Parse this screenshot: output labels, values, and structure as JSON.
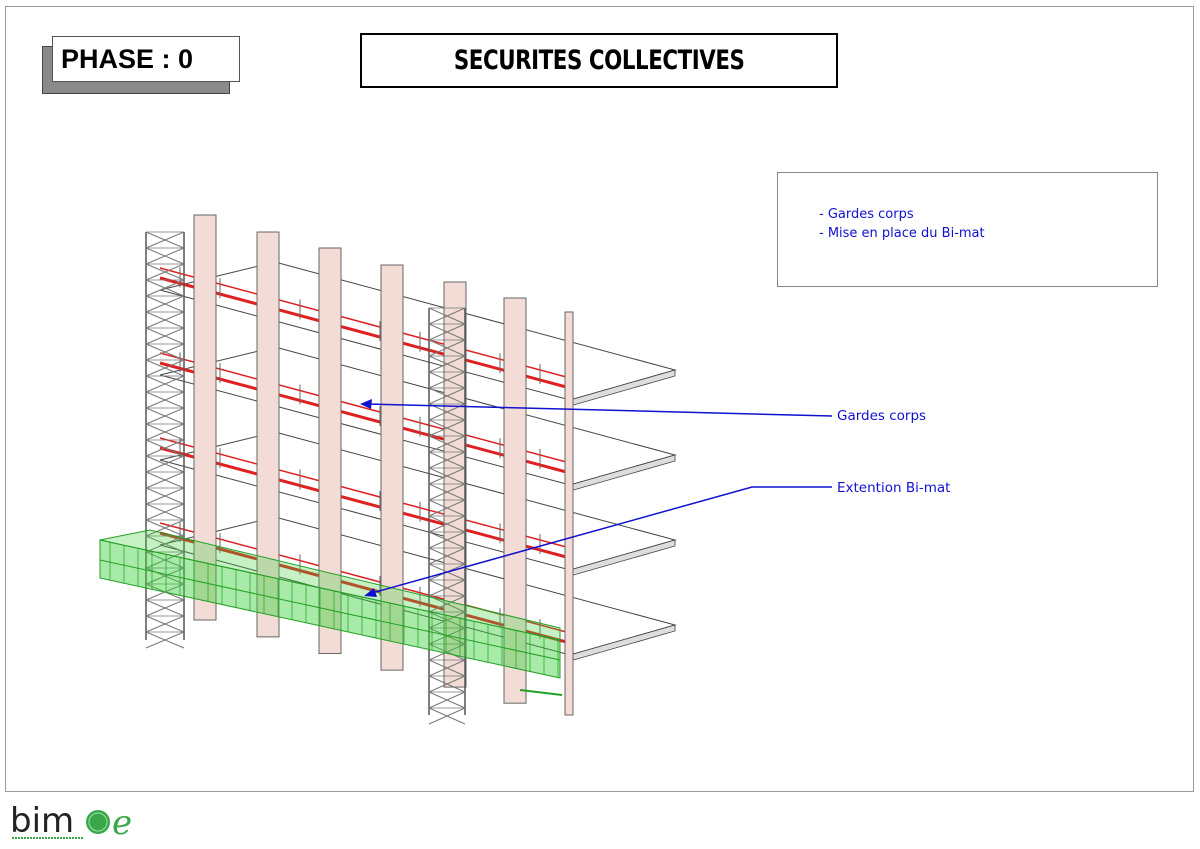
{
  "header": {
    "phase_label": "PHASE : 0",
    "title": "SECURITES COLLECTIVES"
  },
  "notes": {
    "items": [
      "- Gardes corps",
      "- Mise en place du Bi-mat"
    ]
  },
  "callouts": [
    {
      "label": "Gardes corps"
    },
    {
      "label": "Extention Bi-mat"
    }
  ],
  "logo": {
    "text": "bimoe"
  },
  "colors": {
    "annotation": "#1010d0",
    "guardrail": "#e02020",
    "platform": "#3fd03f",
    "column": "#f3dcd6"
  }
}
